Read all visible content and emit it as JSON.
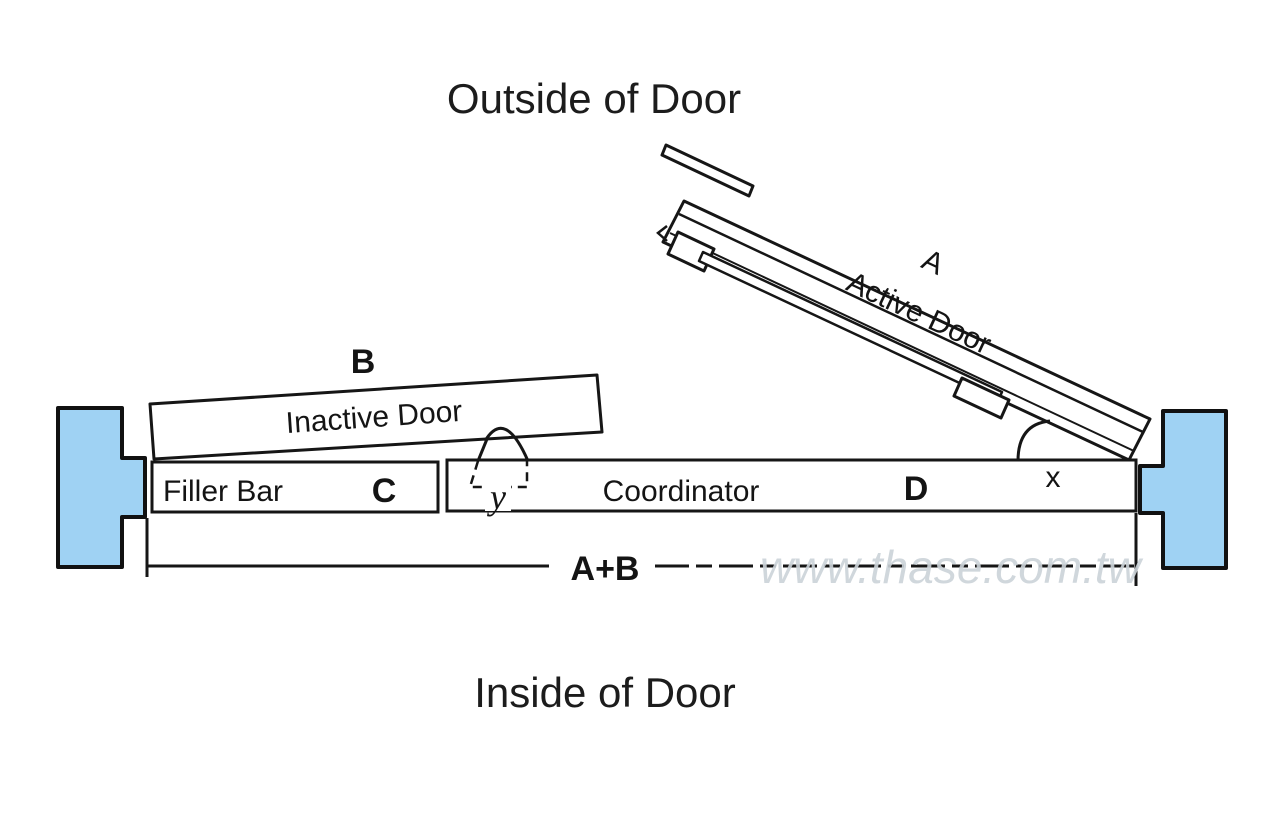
{
  "diagram": {
    "title_top": "Outside of Door",
    "title_bottom": "Inside of Door",
    "watermark": "www.thase.com.tw",
    "labels": {
      "active_door": "Active Door",
      "active_door_dim": "A",
      "inactive_door": "Inactive Door",
      "inactive_door_dim": "B",
      "filler_bar": "Filler Bar",
      "filler_bar_dim": "C",
      "coordinator": "Coordinator",
      "coordinator_dim": "D",
      "total_dim": "A+B",
      "angle_x": "x",
      "angle_y": "y"
    },
    "colors": {
      "frame_fill": "#9fd2f3",
      "line": "#161616",
      "watermark": "#ccd3d9"
    }
  }
}
